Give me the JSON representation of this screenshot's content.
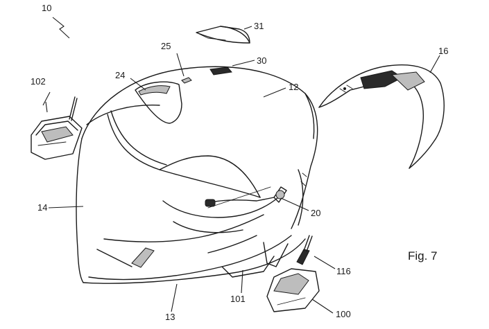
{
  "figure": {
    "caption": "Fig. 7"
  },
  "labels": {
    "l10": "10",
    "l31": "31",
    "l25": "25",
    "l30": "30",
    "l16": "16",
    "l24": "24",
    "l12": "12",
    "l102": "102",
    "l14": "14",
    "l20": "20",
    "l116": "116",
    "l101": "101",
    "l13": "13",
    "l100": "100"
  }
}
